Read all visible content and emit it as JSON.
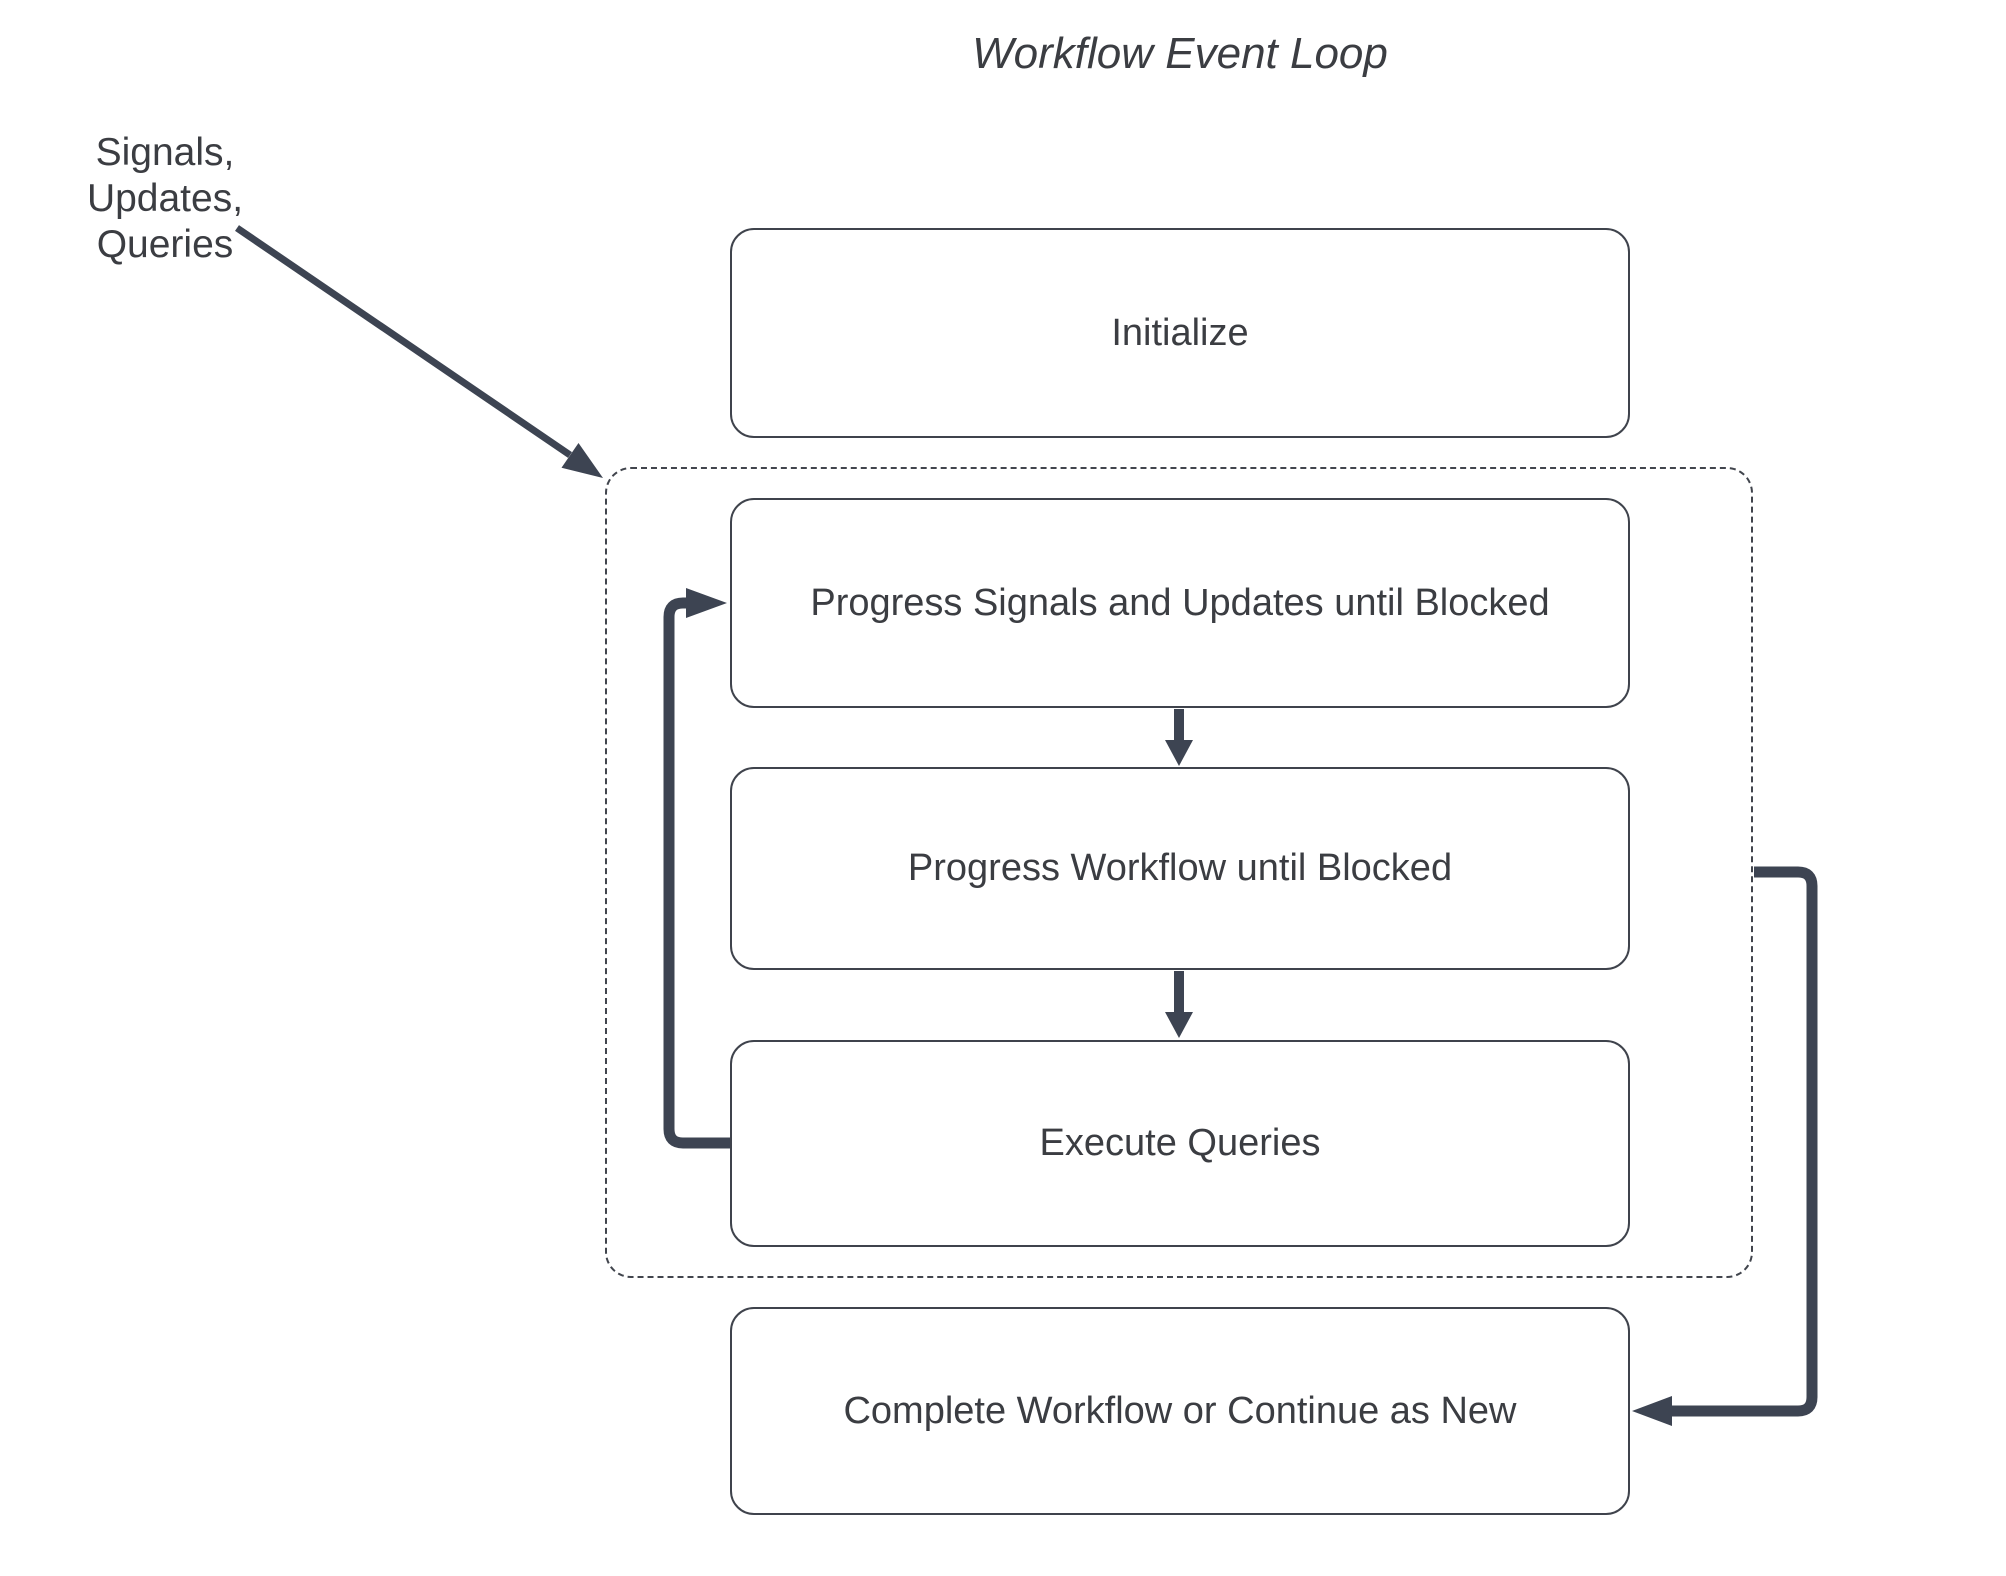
{
  "title": "Workflow Event Loop",
  "side_label": {
    "line1": "Signals, Updates,",
    "line2": "Queries"
  },
  "nodes": {
    "initialize": "Initialize",
    "progress_signals": "Progress Signals and Updates until Blocked",
    "progress_workflow": "Progress Workflow until Blocked",
    "execute_queries": "Execute Queries",
    "complete": "Complete Workflow or Continue as New"
  },
  "colors": {
    "arrow": "#3d4452",
    "box_border": "#3f434c",
    "dashed_border": "#41454d",
    "text": "#3b3d42"
  }
}
